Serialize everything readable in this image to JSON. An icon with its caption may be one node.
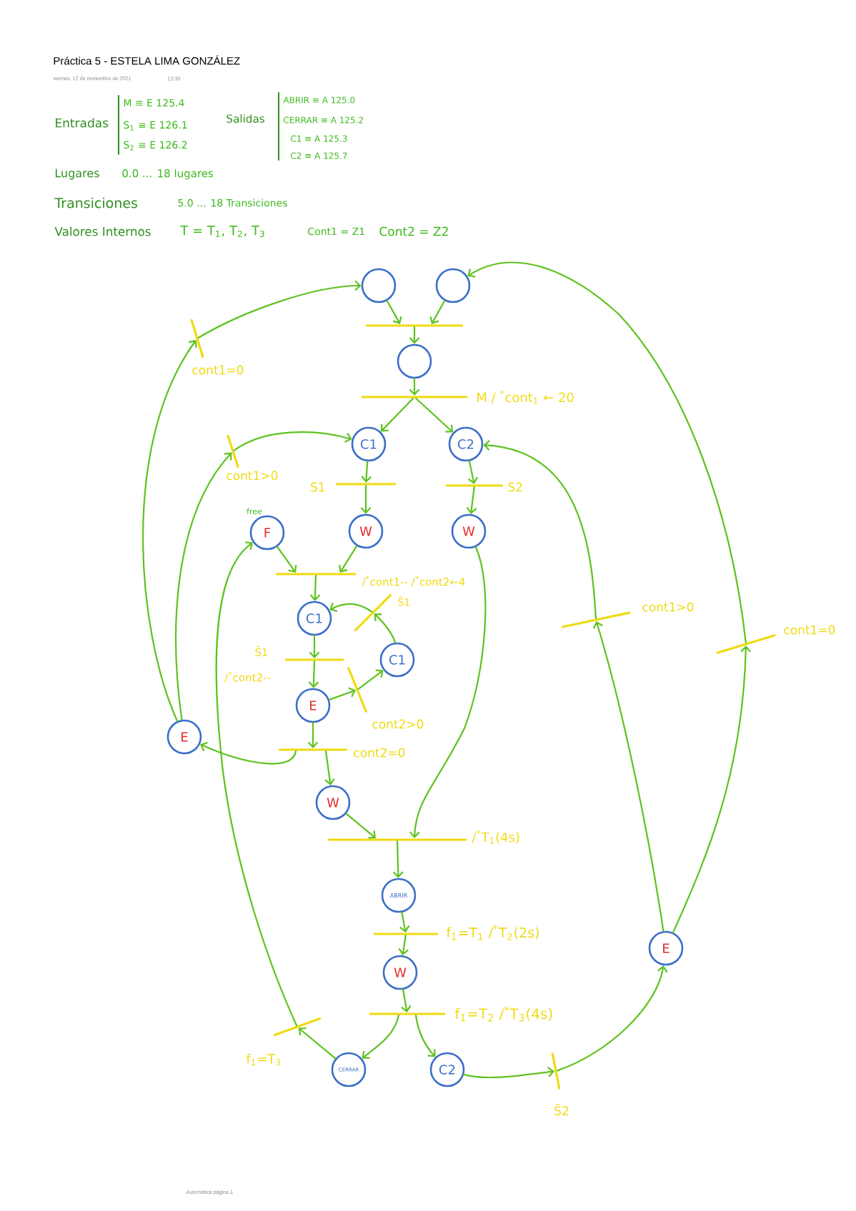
{
  "diagram": {
    "title": "Práctica 5 - ESTELA LIMA GONZÁLEZ",
    "nodes": [
      {
        "text": [],
        "shape": "circle"
      },
      {
        "text": [],
        "shape": "circle"
      },
      {
        "text": [],
        "shape": "bar"
      },
      {
        "text": [],
        "shape": "bar",
        "beside": [
          "cont1=0"
        ]
      },
      {
        "text": [],
        "shape": "circle"
      },
      {
        "text": [],
        "shape": "bar",
        "beside": [
          "M / $^{*}$cont$_{1}$ ← 20"
        ]
      },
      {
        "text": [
          "C1"
        ]
      },
      {
        "text": [
          "C2"
        ]
      },
      {
        "text": [],
        "shape": "bar",
        "beside": [
          "cont1>0"
        ]
      },
      {
        "text": [],
        "shape": "bar",
        "beside": [
          "S1"
        ]
      },
      {
        "text": [],
        "shape": "bar",
        "beside": [
          "S2"
        ]
      },
      {
        "text": [
          "F"
        ],
        "beside": [
          "free"
        ]
      },
      {
        "text": [
          "W"
        ]
      },
      {
        "text": [
          "W"
        ]
      },
      {
        "text": [],
        "shape": "bar",
        "beside": [
          "/$^{*}$cont1-- /$^{*}$cont2←4"
        ]
      },
      {
        "text": [],
        "shape": "bar",
        "beside": [
          "S̄1"
        ]
      },
      {
        "text": [
          "C1"
        ]
      },
      {
        "text": [],
        "shape": "bar",
        "beside": [
          "cont1>0"
        ]
      },
      {
        "text": [],
        "shape": "bar",
        "beside": [
          "cont1=0"
        ]
      },
      {
        "text": [
          "C1"
        ]
      },
      {
        "text": [],
        "shape": "bar",
        "beside": [
          "S̄1",
          "/$^{*}$cont2--"
        ]
      },
      {
        "text": [],
        "shape": "bar",
        "beside": [
          "cont2>0"
        ]
      },
      {
        "text": [
          "E"
        ]
      },
      {
        "text": [
          "E"
        ]
      },
      {
        "text": [],
        "shape": "bar",
        "beside": [
          "cont2=0"
        ]
      },
      {
        "text": [
          "W"
        ]
      },
      {
        "text": [],
        "shape": "bar",
        "beside": [
          "/$^{*}$T$_{1}$(4s)"
        ]
      },
      {
        "text": [
          "ABRIR"
        ]
      },
      {
        "text": [],
        "shape": "bar",
        "beside": [
          "f$_{1}$=T$_{1}$ /$^{*}$T$_{2}$(2s)"
        ]
      },
      {
        "text": [
          "E"
        ]
      },
      {
        "text": [
          "W"
        ]
      },
      {
        "text": [],
        "shape": "bar",
        "beside": [
          "f$_{1}$=T$_{2}$ /$^{*}$T$_{3}$(4s)"
        ]
      },
      {
        "text": [],
        "shape": "bar",
        "beside": [
          "f$_{1}$=T$_{3}$"
        ]
      },
      {
        "text": [
          "CERRAR"
        ]
      },
      {
        "text": [
          "C2"
        ]
      },
      {
        "text": [],
        "shape": "bar",
        "beside": [
          "S̄2"
        ]
      }
    ],
    "edges": [
      {
        "from": 0,
        "to": 2,
        "arrow": "to"
      },
      {
        "from": 1,
        "to": 2,
        "arrow": "to"
      },
      {
        "from": 2,
        "to": 4,
        "arrow": "to"
      },
      {
        "from": 4,
        "to": 5,
        "arrow": "to"
      },
      {
        "from": 5,
        "to": 6,
        "arrow": "to"
      },
      {
        "from": 5,
        "to": 7,
        "arrow": "to"
      },
      {
        "from": 6,
        "to": 9,
        "arrow": "to"
      },
      {
        "from": 9,
        "to": 12,
        "arrow": "to"
      },
      {
        "from": 7,
        "to": 10,
        "arrow": "to"
      },
      {
        "from": 10,
        "to": 13,
        "arrow": "to"
      },
      {
        "from": 11,
        "to": 14,
        "arrow": "to"
      },
      {
        "from": 12,
        "to": 14,
        "arrow": "to"
      },
      {
        "from": 14,
        "to": 16,
        "arrow": "to"
      },
      {
        "from": 16,
        "to": 20,
        "arrow": "to"
      },
      {
        "from": 20,
        "to": 22,
        "arrow": "to"
      },
      {
        "from": 22,
        "to": 21,
        "arrow": "to"
      },
      {
        "from": 21,
        "to": 19,
        "arrow": "to"
      },
      {
        "from": 19,
        "to": 15,
        "arrow": "to"
      },
      {
        "from": 15,
        "to": 16,
        "arrow": "to"
      },
      {
        "from": 22,
        "to": 24,
        "arrow": "to"
      },
      {
        "from": 24,
        "to": 25,
        "arrow": "to"
      },
      {
        "from": 24,
        "to": 23,
        "arrow": "to"
      },
      {
        "from": 23,
        "to": 3,
        "arrow": "to"
      },
      {
        "from": 3,
        "to": 0,
        "arrow": "to"
      },
      {
        "from": 23,
        "to": 8,
        "arrow": "to"
      },
      {
        "from": 8,
        "to": 6,
        "arrow": "to"
      },
      {
        "from": 25,
        "to": 26,
        "arrow": "to"
      },
      {
        "from": 13,
        "to": 26,
        "arrow": "to"
      },
      {
        "from": 26,
        "to": 27,
        "arrow": "to"
      },
      {
        "from": 27,
        "to": 28,
        "arrow": "to"
      },
      {
        "from": 28,
        "to": 30,
        "arrow": "to"
      },
      {
        "from": 30,
        "to": 31,
        "arrow": "to"
      },
      {
        "from": 31,
        "to": 33,
        "arrow": "to"
      },
      {
        "from": 31,
        "to": 34,
        "arrow": "to"
      },
      {
        "from": 33,
        "to": 32,
        "arrow": "to"
      },
      {
        "from": 32,
        "to": 11,
        "arrow": "to"
      },
      {
        "from": 34,
        "to": 35,
        "arrow": "to"
      },
      {
        "from": 35,
        "to": 29,
        "arrow": "to"
      },
      {
        "from": 29,
        "to": 17,
        "arrow": "to"
      },
      {
        "from": 17,
        "to": 7,
        "arrow": "to"
      },
      {
        "from": 29,
        "to": 18,
        "arrow": "to"
      },
      {
        "from": 18,
        "to": 1,
        "arrow": "to"
      }
    ],
    "labels": [
      "viernes, 12 de noviembre de 2021",
      "13:30",
      "Entradas",
      "M ≡ E 125.4",
      "S$_{1}$ ≡ E 126.1",
      "S$_{2}$ ≡ E 126.2",
      "Salidas",
      "ABRIR ≡ A 125.0",
      "CERRAR ≡ A 125.2",
      "C1 ≡ A 125.3",
      "C2 ≡ A 125.7",
      "Lugares",
      "0.0 ... 18 lugares",
      "Transiciones",
      "5.0 ... 18 Transiciones",
      "Valores Internos",
      "T = T$_{1}$, T$_{2}$, T$_{3}$",
      "Cont1 = Z1",
      "Cont2 = Z2",
      "Automática página 1"
    ]
  }
}
